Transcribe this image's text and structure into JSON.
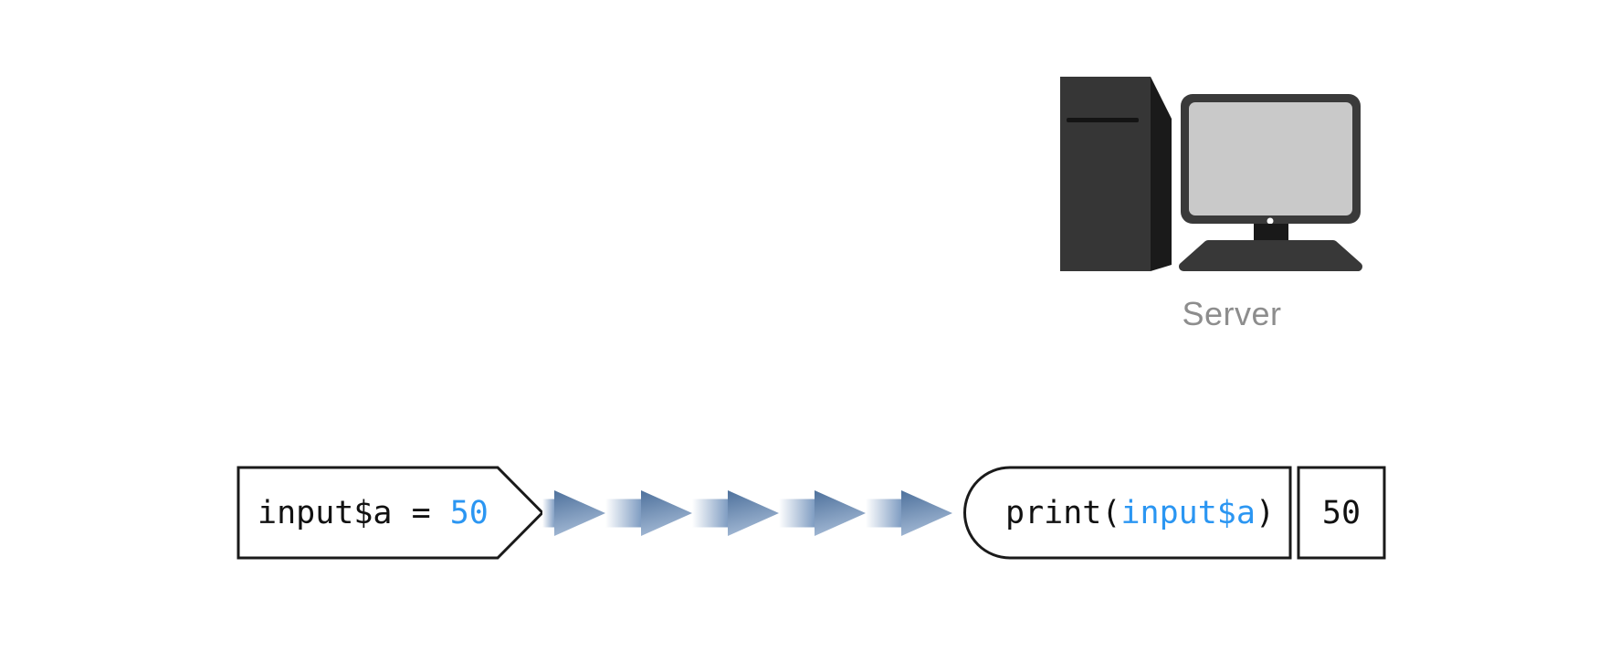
{
  "colors": {
    "background": "#ffffff",
    "border": "#1a1a1a",
    "code-text": "#111111",
    "code-blue": "#2b96f2",
    "label-gray": "#8d8d8d",
    "arrow-dark": "#4e719c",
    "arrow-mid": "#7d9bc1",
    "arrow-light": "#ffffff",
    "arrow-head-light": "#a2b8d4",
    "tower": "#363636",
    "tower-side": "#1a1a1a",
    "tower-slot": "#141414",
    "monitor-frame": "#3a3a3a",
    "monitor-screen": "#c9c9c9",
    "power-dot": "#ffffff",
    "stand-neck": "#191919",
    "stand-base": "#383838"
  },
  "server": {
    "label": "Server"
  },
  "diagram": {
    "input_box": {
      "code": "input$a = ",
      "value": "50",
      "shape": "pointed-tag"
    },
    "arrows": {
      "count": 5,
      "direction": "right",
      "style": "gradient-block-arrows"
    },
    "output_box": {
      "code_parts": [
        {
          "text": "print("
        },
        {
          "text": "input$a"
        },
        {
          "text": ")"
        }
      ],
      "result_value": "50",
      "shape": "round-left-capsule-with-value-cell"
    }
  }
}
